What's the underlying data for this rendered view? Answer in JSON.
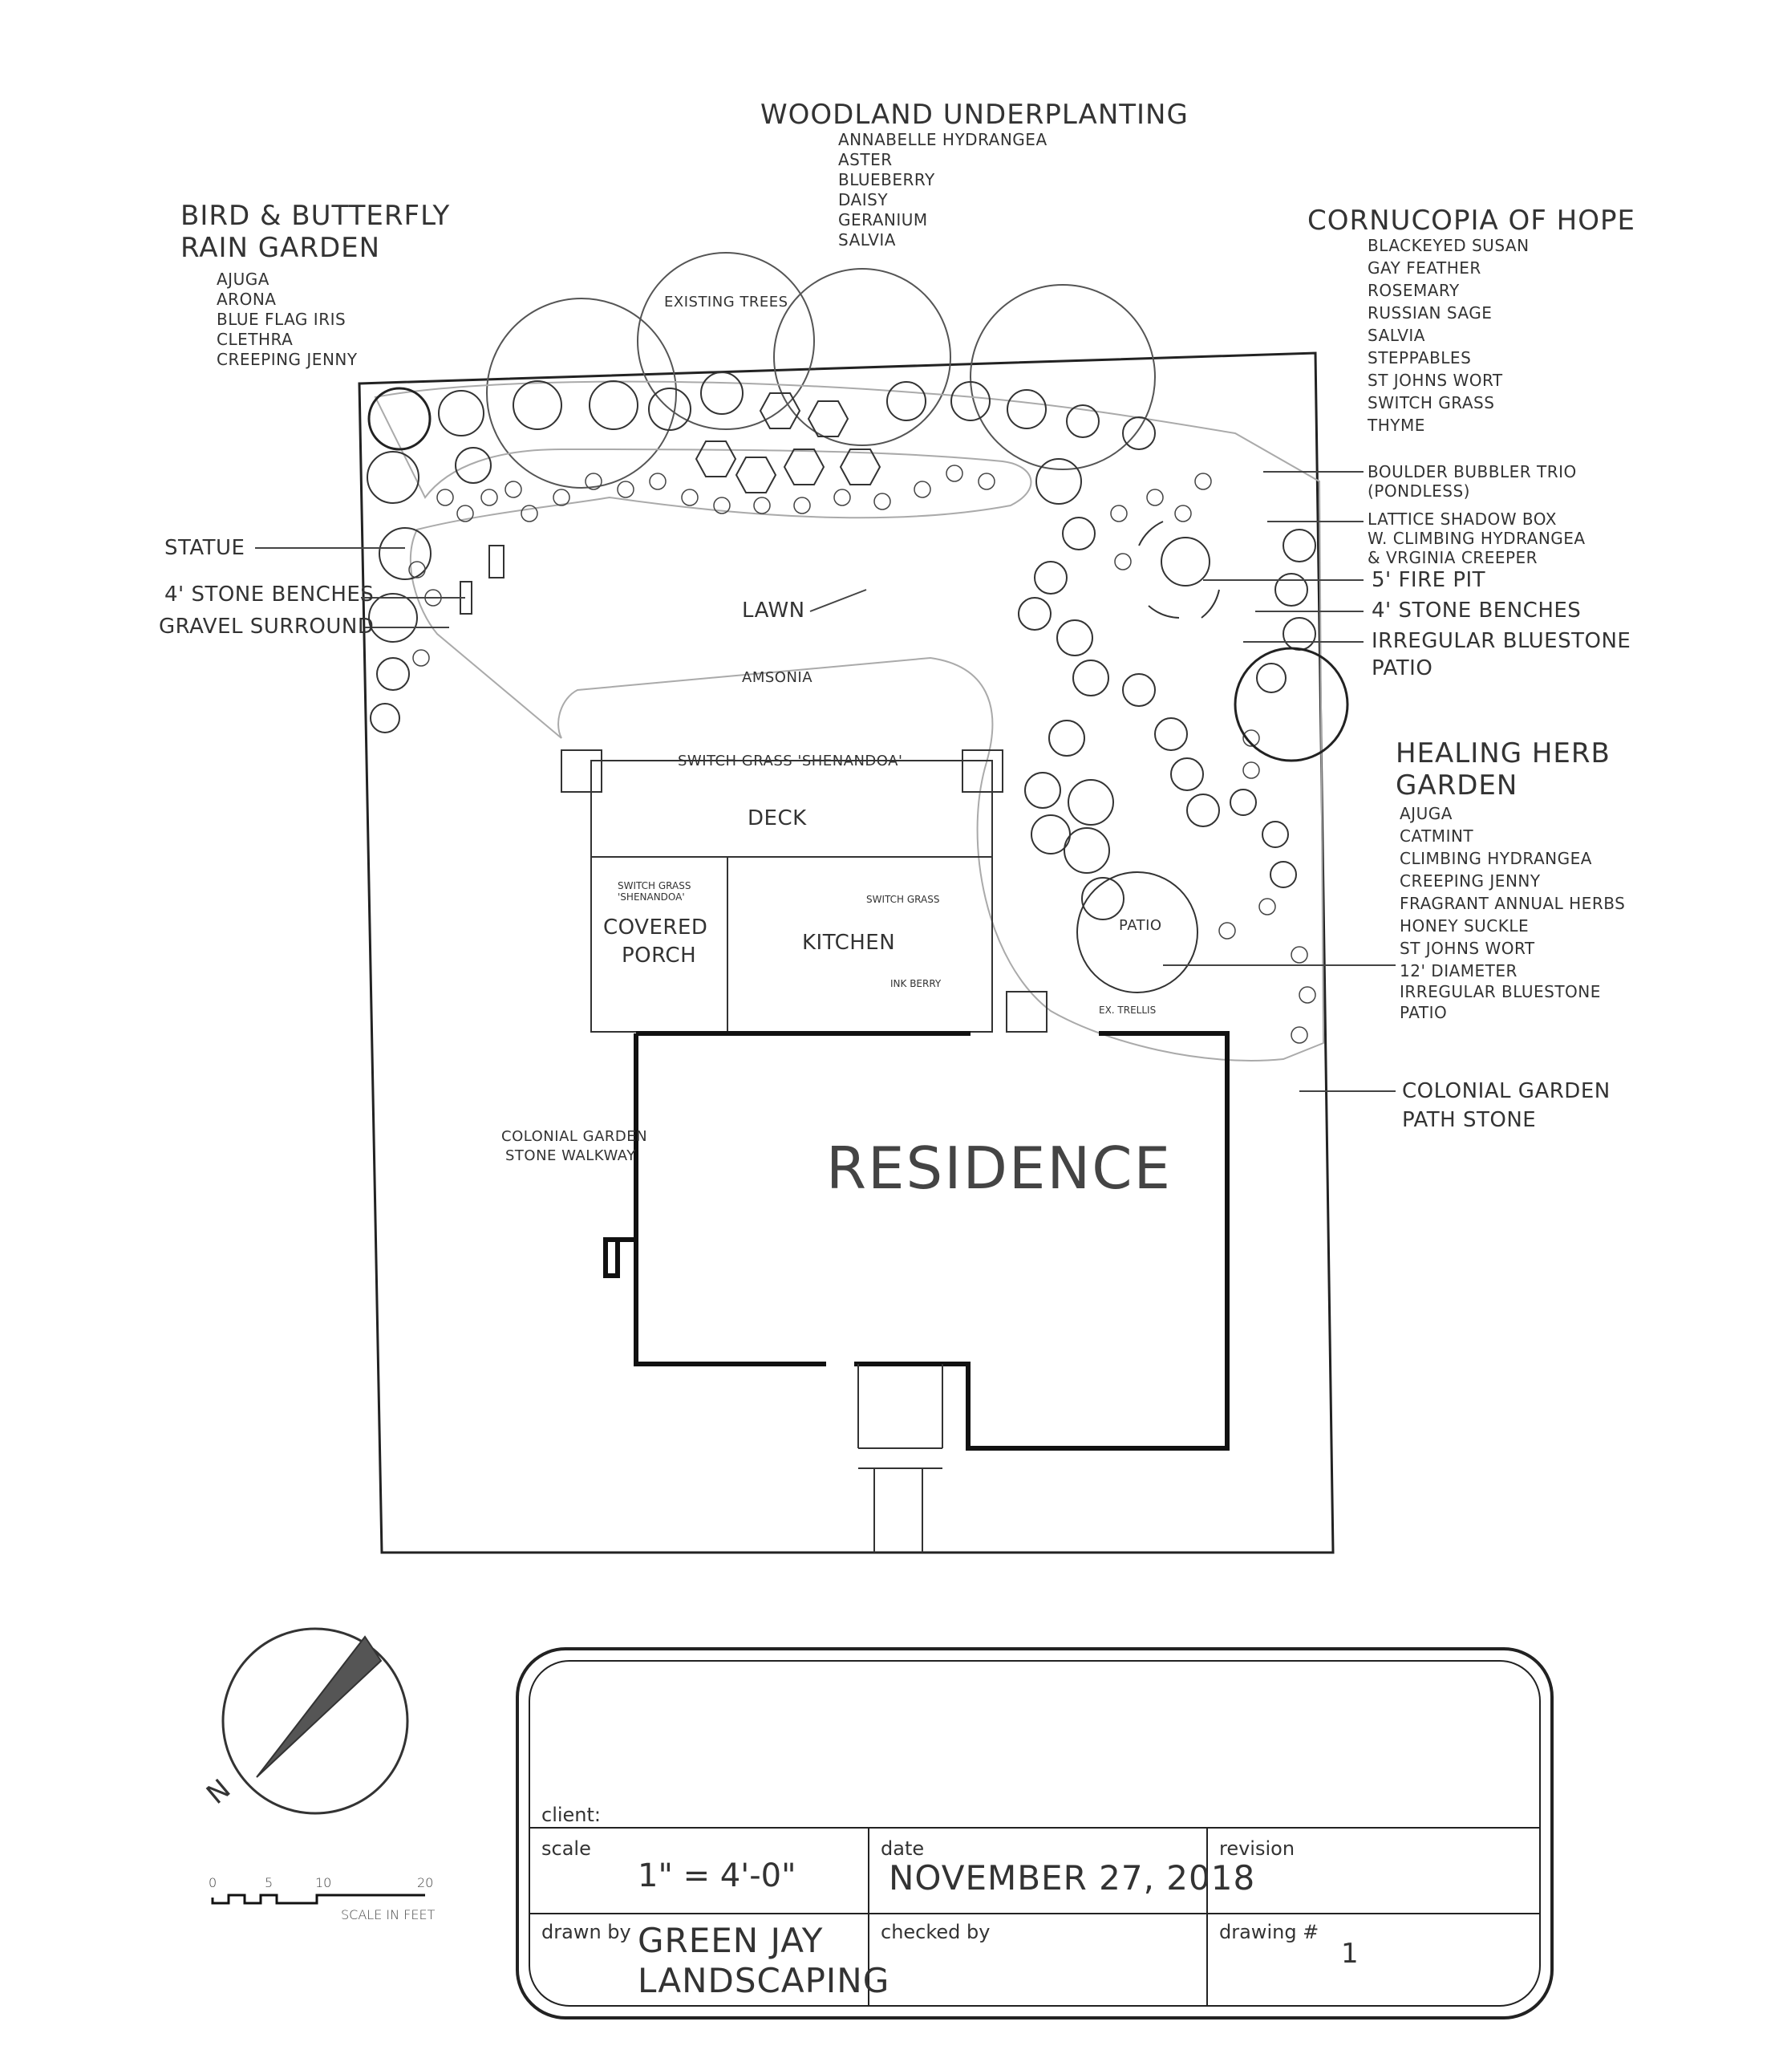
{
  "woodland": {
    "title": "WOODLAND UNDERPLANTING",
    "plants": [
      "ANNABELLE HYDRANGEA",
      "ASTER",
      "BLUEBERRY",
      "DAISY",
      "GERANIUM",
      "SALVIA"
    ]
  },
  "bird_garden": {
    "title_line1": "BIRD & BUTTERFLY",
    "title_line2": "RAIN GARDEN",
    "plants": [
      "AJUGA",
      "ARONA",
      "BLUE FLAG IRIS",
      "CLETHRA",
      "CREEPING JENNY"
    ]
  },
  "cornucopia": {
    "title": "CORNUCOPIA OF HOPE",
    "plants": [
      "BLACKEYED SUSAN",
      "GAY FEATHER",
      "ROSEMARY",
      "RUSSIAN SAGE",
      "SALVIA",
      "STEPPABLES",
      "ST JOHNS WORT",
      "SWITCH GRASS",
      "THYME"
    ]
  },
  "healing": {
    "title_line1": "HEALING HERB",
    "title_line2": "GARDEN",
    "plants": [
      "AJUGA",
      "CATMINT",
      "CLIMBING HYDRANGEA",
      "CREEPING JENNY",
      "FRAGRANT ANNUAL HERBS",
      "HONEY SUCKLE",
      "ST JOHNS WORT"
    ]
  },
  "callouts": {
    "existing_trees": "EXISTING TREES",
    "statue": "STATUE",
    "benches_left": "4' STONE BENCHES",
    "gravel": "GRAVEL SURROUND",
    "lawn": "LAWN",
    "amsonia": "AMSONIA",
    "switch_shen": "SWITCH GRASS 'SHENANDOA'",
    "deck": "DECK",
    "covered_porch_1": "COVERED",
    "covered_porch_2": "PORCH",
    "kitchen": "KITCHEN",
    "switch_small_1": "SWITCH GRASS",
    "switch_small_2": "'SHENANDOA'",
    "switch_right": "SWITCH GRASS",
    "ink_berry": "INK BERRY",
    "patio": "PATIO",
    "ex_trellis": "EX. TRELLIS",
    "residence": "RESIDENCE",
    "colonial_walk_1": "COLONIAL GARDEN",
    "colonial_walk_2": "STONE WALKWAY",
    "boulder_1": "BOULDER BUBBLER TRIO",
    "boulder_2": "(PONDLESS)",
    "lattice_1": "LATTICE SHADOW BOX",
    "lattice_2": "W. CLIMBING HYDRANGEA",
    "lattice_3": "& VRGINIA CREEPER",
    "fire_pit": "5' FIRE PIT",
    "benches_right": "4' STONE BENCHES",
    "bluestone_1": "IRREGULAR BLUESTONE",
    "bluestone_2": "PATIO",
    "diam_1": "12' DIAMETER",
    "diam_2": "IRREGULAR BLUESTONE",
    "diam_3": "PATIO",
    "path_stone_1": "COLONIAL GARDEN",
    "path_stone_2": "PATH STONE"
  },
  "north_label": "N",
  "scale_bar": {
    "ticks": [
      "0",
      "5",
      "10",
      "20"
    ],
    "label": "SCALE IN FEET"
  },
  "title_block": {
    "client_label": "client:",
    "client_value": "",
    "scale_label": "scale",
    "scale_value": "1\" = 4'-0\"",
    "date_label": "date",
    "date_value": "NOVEMBER 27, 2018",
    "revision_label": "revision",
    "drawn_label": "drawn by",
    "drawn_value_1": "GREEN JAY",
    "drawn_value_2": "LANDSCAPING",
    "checked_label": "checked by",
    "drawing_label": "drawing #",
    "drawing_value": "1"
  }
}
